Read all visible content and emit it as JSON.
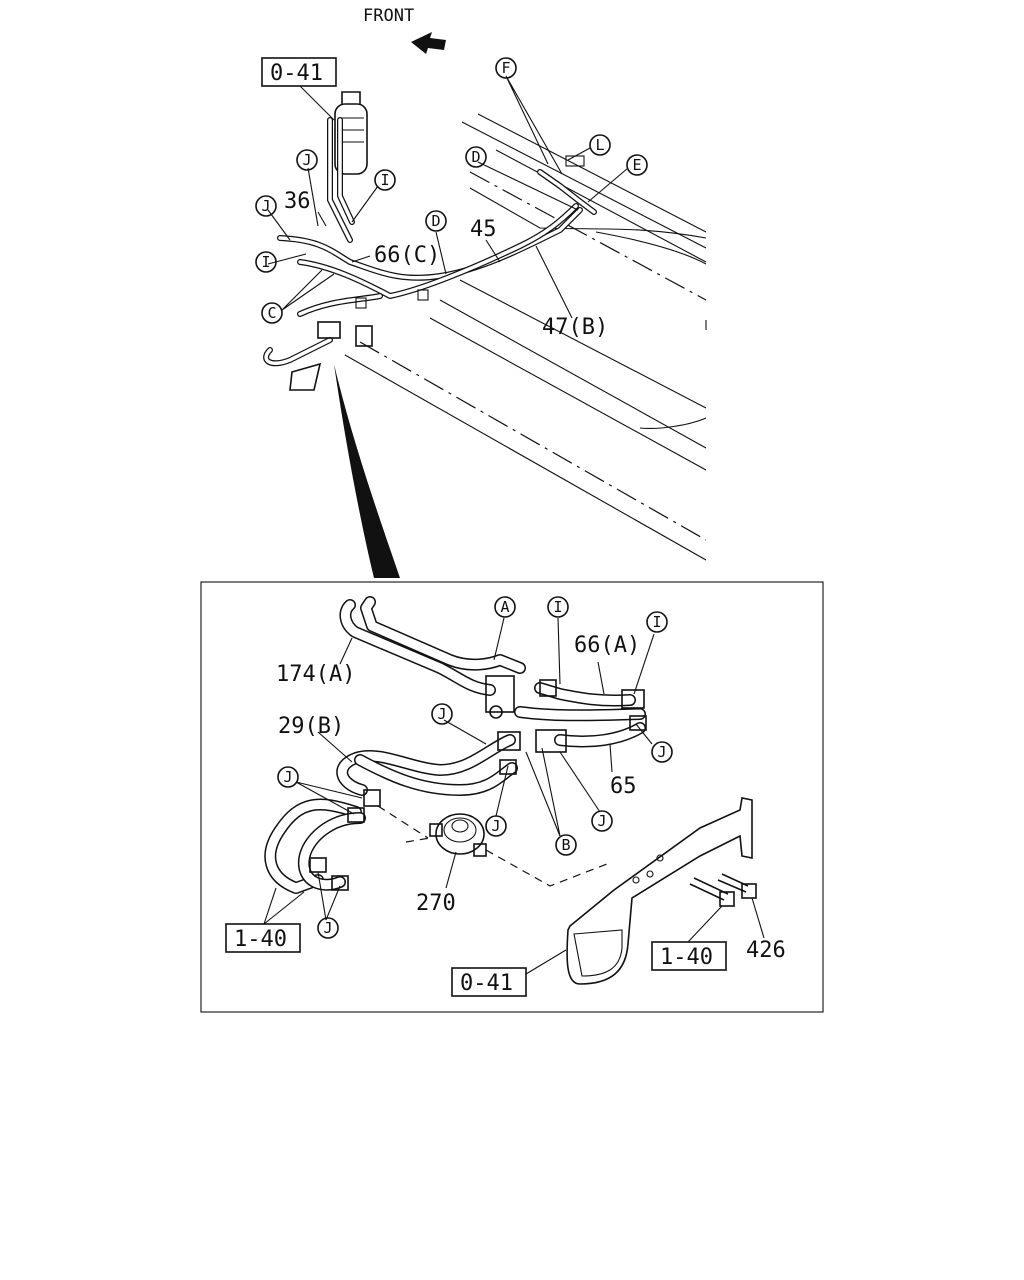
{
  "header": {
    "front_label": "FRONT"
  },
  "top_view": {
    "ref_box": "0-41",
    "labels": {
      "l36": "36",
      "l45": "45",
      "l66c": "66(C)",
      "l47b": "47(B)"
    },
    "callouts": {
      "F": "F",
      "L": "L",
      "D1": "D",
      "E": "E",
      "J1": "J",
      "J2": "J",
      "I1": "I",
      "I2": "I",
      "C": "C",
      "D2": "D"
    }
  },
  "detail_view": {
    "labels": {
      "l174a": "174(A)",
      "l66a": "66(A)",
      "l29b": "29(B)",
      "l65": "65",
      "l270": "270",
      "l426": "426"
    },
    "ref_boxes": {
      "left_1_40": "1-40",
      "right_1_40": "1-40",
      "bottom_0_41": "0-41"
    },
    "callouts": {
      "A": "A",
      "I1": "I",
      "I2": "I",
      "J1": "J",
      "J2": "J",
      "J3": "J",
      "J4": "J",
      "J5": "J",
      "J6": "J",
      "B": "B"
    }
  }
}
